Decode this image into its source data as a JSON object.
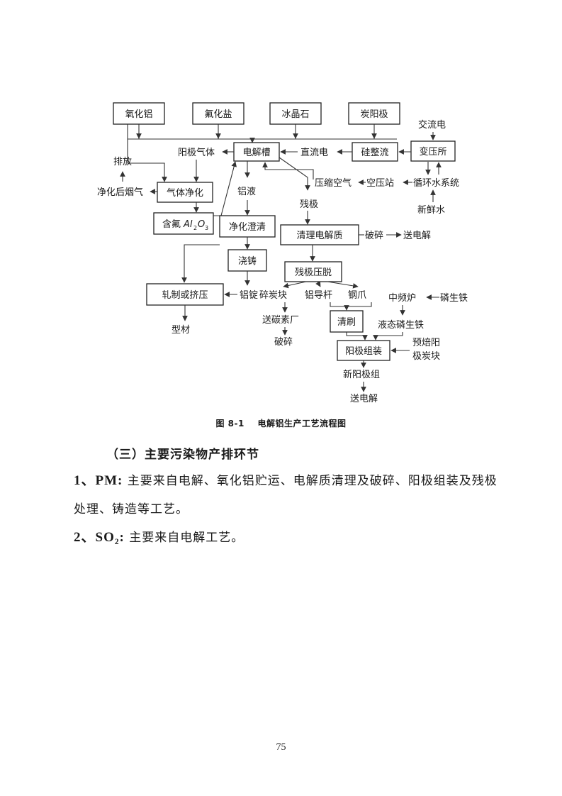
{
  "diagram": {
    "nodes": {
      "n_alumina": "氧化铝",
      "n_fluoride": "氟化盐",
      "n_cryolite": "冰晶石",
      "n_anode": "炭阳极",
      "n_cell": "电解槽",
      "n_rectifier": "硅整流",
      "n_substation": "变压所",
      "n_gasclean": "气体净化",
      "n_fluoride_al": "含氟",
      "n_purify": "净化澄清",
      "n_cleanelec": "清理电解质",
      "n_casting": "浇铸",
      "n_butt": "残极压脱",
      "n_rolling": "轧制或挤压",
      "n_brush": "清刷",
      "n_anodeassy": "阳极组装"
    },
    "formula": {
      "al": "Al",
      "sub2": "2",
      "o": "O",
      "sub3": "3"
    },
    "labels": {
      "l_ac": "交流电",
      "l_dc": "直流电",
      "l_anodegas": "阳极气体",
      "l_emit": "排放",
      "l_cleanflue": "净化后烟气",
      "l_compair": "压缩空气",
      "l_compstation": "空压站",
      "l_circwater": "循环水系统",
      "l_freshwater": "新鲜水",
      "l_alliquid": "铝液",
      "l_buttanode": "残极",
      "l_crush": "破碎",
      "l_toelec1": "送电解",
      "l_ingot": "铝锭",
      "l_profile": "型材",
      "l_carbonblock": "碎炭块",
      "l_rod": "铝导杆",
      "l_claw": "钢爪",
      "l_tocarbon": "送碳素厂",
      "l_crush2": "破碎",
      "l_mf": "中频炉",
      "l_pigiron": "磷生铁",
      "l_liquidiron": "液态磷生铁",
      "l_prebake1": "预焙阳",
      "l_prebake2": "极炭块",
      "l_newanode": "新阳极组",
      "l_toelec2": "送电解"
    }
  },
  "caption": {
    "num": "图 8-1",
    "title": "电解铝生产工艺流程图"
  },
  "section": {
    "heading": "（三）主要污染物产排环节"
  },
  "items": [
    {
      "label": "1、PM:",
      "text": "主要来自电解、氧化铝贮运、电解质清理及破碎、阳极组装及残极处理、铸造等工艺。"
    },
    {
      "label": "2、SO₂:",
      "text": "主要来自电解工艺。"
    }
  ],
  "page_number": "75"
}
